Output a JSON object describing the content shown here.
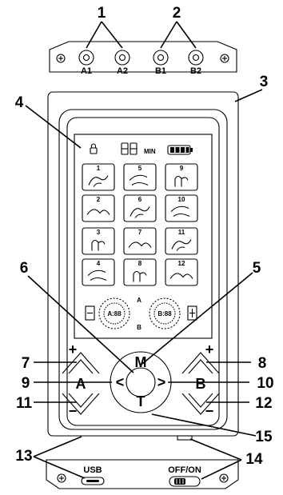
{
  "callouts": [
    "1",
    "2",
    "3",
    "4",
    "5",
    "6",
    "7",
    "8",
    "9",
    "10",
    "11",
    "12",
    "13",
    "14",
    "15"
  ],
  "connectors": {
    "a1": "A1",
    "a2": "A2",
    "b1": "B1",
    "b2": "B2",
    "usb": "USB",
    "power_switch": "OFF/ON"
  },
  "screen": {
    "digits": "88",
    "unit": "MIN",
    "channel_a": "A",
    "channel_b": "B",
    "dial_a_text": "A:88",
    "dial_b_text": "B:88",
    "minus": "−",
    "plus": "+",
    "modes": [
      "1",
      "5",
      "9",
      "2",
      "6",
      "10",
      "3",
      "7",
      "11",
      "4",
      "8",
      "12"
    ]
  },
  "buttons": {
    "plus_a": "+",
    "minus_a": "−",
    "plus_b": "+",
    "minus_b": "−",
    "channel_a": "A",
    "channel_b": "B",
    "mode": "M",
    "timer": "T",
    "left": "<",
    "right": ">"
  },
  "icons": [
    "lock-icon",
    "battery-icon",
    "screw-icon",
    "mode-pictogram-icon",
    "chevron-up-icon",
    "chevron-down-icon",
    "chevron-left-icon",
    "chevron-right-icon",
    "usb-port-icon",
    "power-switch-icon"
  ]
}
